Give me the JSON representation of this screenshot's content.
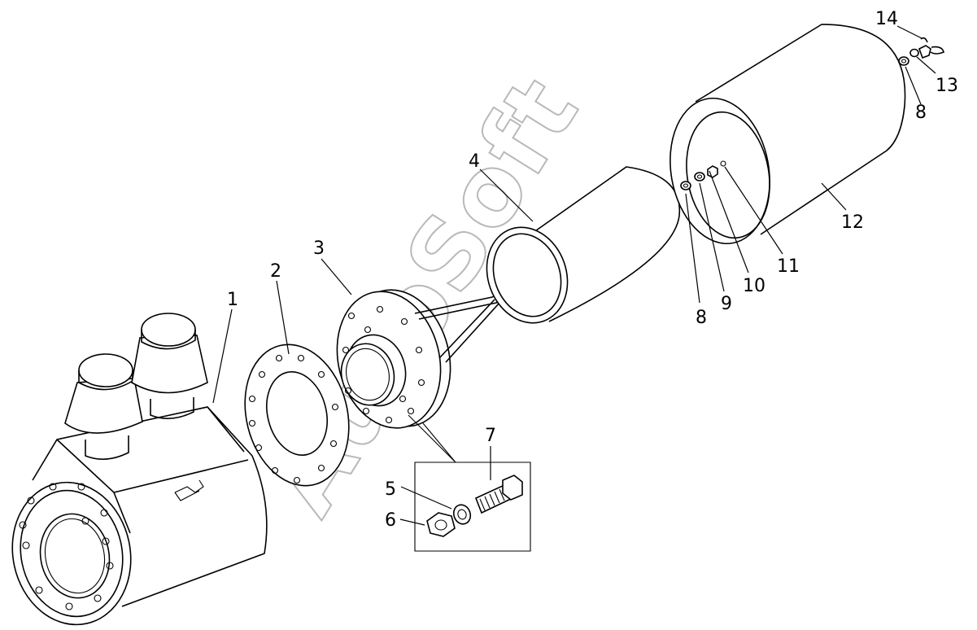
{
  "watermark": "AutoSoft",
  "labels": [
    {
      "id": "1",
      "text": "1"
    },
    {
      "id": "2",
      "text": "2"
    },
    {
      "id": "3",
      "text": "3"
    },
    {
      "id": "4",
      "text": "4"
    },
    {
      "id": "5",
      "text": "5"
    },
    {
      "id": "6",
      "text": "6"
    },
    {
      "id": "7",
      "text": "7"
    },
    {
      "id": "8a",
      "text": "8"
    },
    {
      "id": "8b",
      "text": "8"
    },
    {
      "id": "9",
      "text": "9"
    },
    {
      "id": "10",
      "text": "10"
    },
    {
      "id": "11",
      "text": "11"
    },
    {
      "id": "12",
      "text": "12"
    },
    {
      "id": "13",
      "text": "13"
    },
    {
      "id": "14",
      "text": "14"
    }
  ]
}
